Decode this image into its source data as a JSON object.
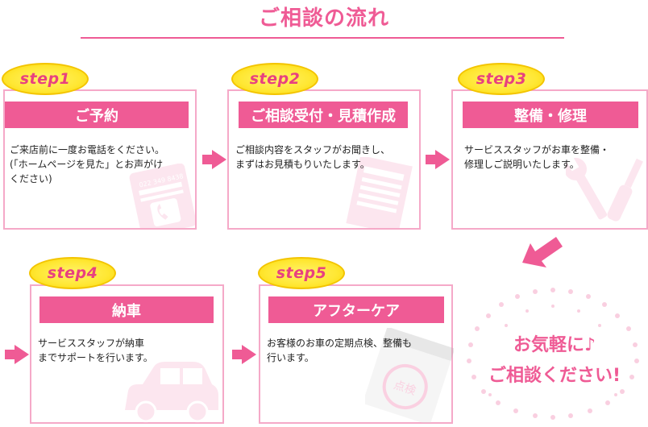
{
  "page": {
    "title": "ご相談の流れ"
  },
  "steps": [
    {
      "badge": "step1",
      "heading": "ご予約",
      "text": "ご来店前に一度お電話をください。\n(「ホームページを見た」とお声がけ\nください)",
      "icon": "phone-card-icon"
    },
    {
      "badge": "step2",
      "heading": "ご相談受付・見積作成",
      "text": "ご相談内容をスタッフがお聞きし、\nまずはお見積もりいたします。",
      "icon": "estimate-document-icon"
    },
    {
      "badge": "step3",
      "heading": "整備・修理",
      "text": "サービススタッフがお車を整備・\n修理しご説明いたします。",
      "icon": "tools-icon"
    },
    {
      "badge": "step4",
      "heading": "納車",
      "text": "サービススタッフが納車\nまでサポートを行います。",
      "icon": "car-icon"
    },
    {
      "badge": "step5",
      "heading": "アフターケア",
      "text": "お客様のお車の定期点検、整備も\n行います。",
      "icon": "inspection-calendar-icon"
    }
  ],
  "cta": {
    "line1": "お気軽に♪",
    "line2": "ご相談ください!"
  },
  "colors": {
    "accent": "#ef5b95",
    "border": "#f5a9c8",
    "badge": "#ffe733"
  },
  "decoration_text": {
    "phone_number": "022 349 8438",
    "inspection_label": "点検"
  }
}
